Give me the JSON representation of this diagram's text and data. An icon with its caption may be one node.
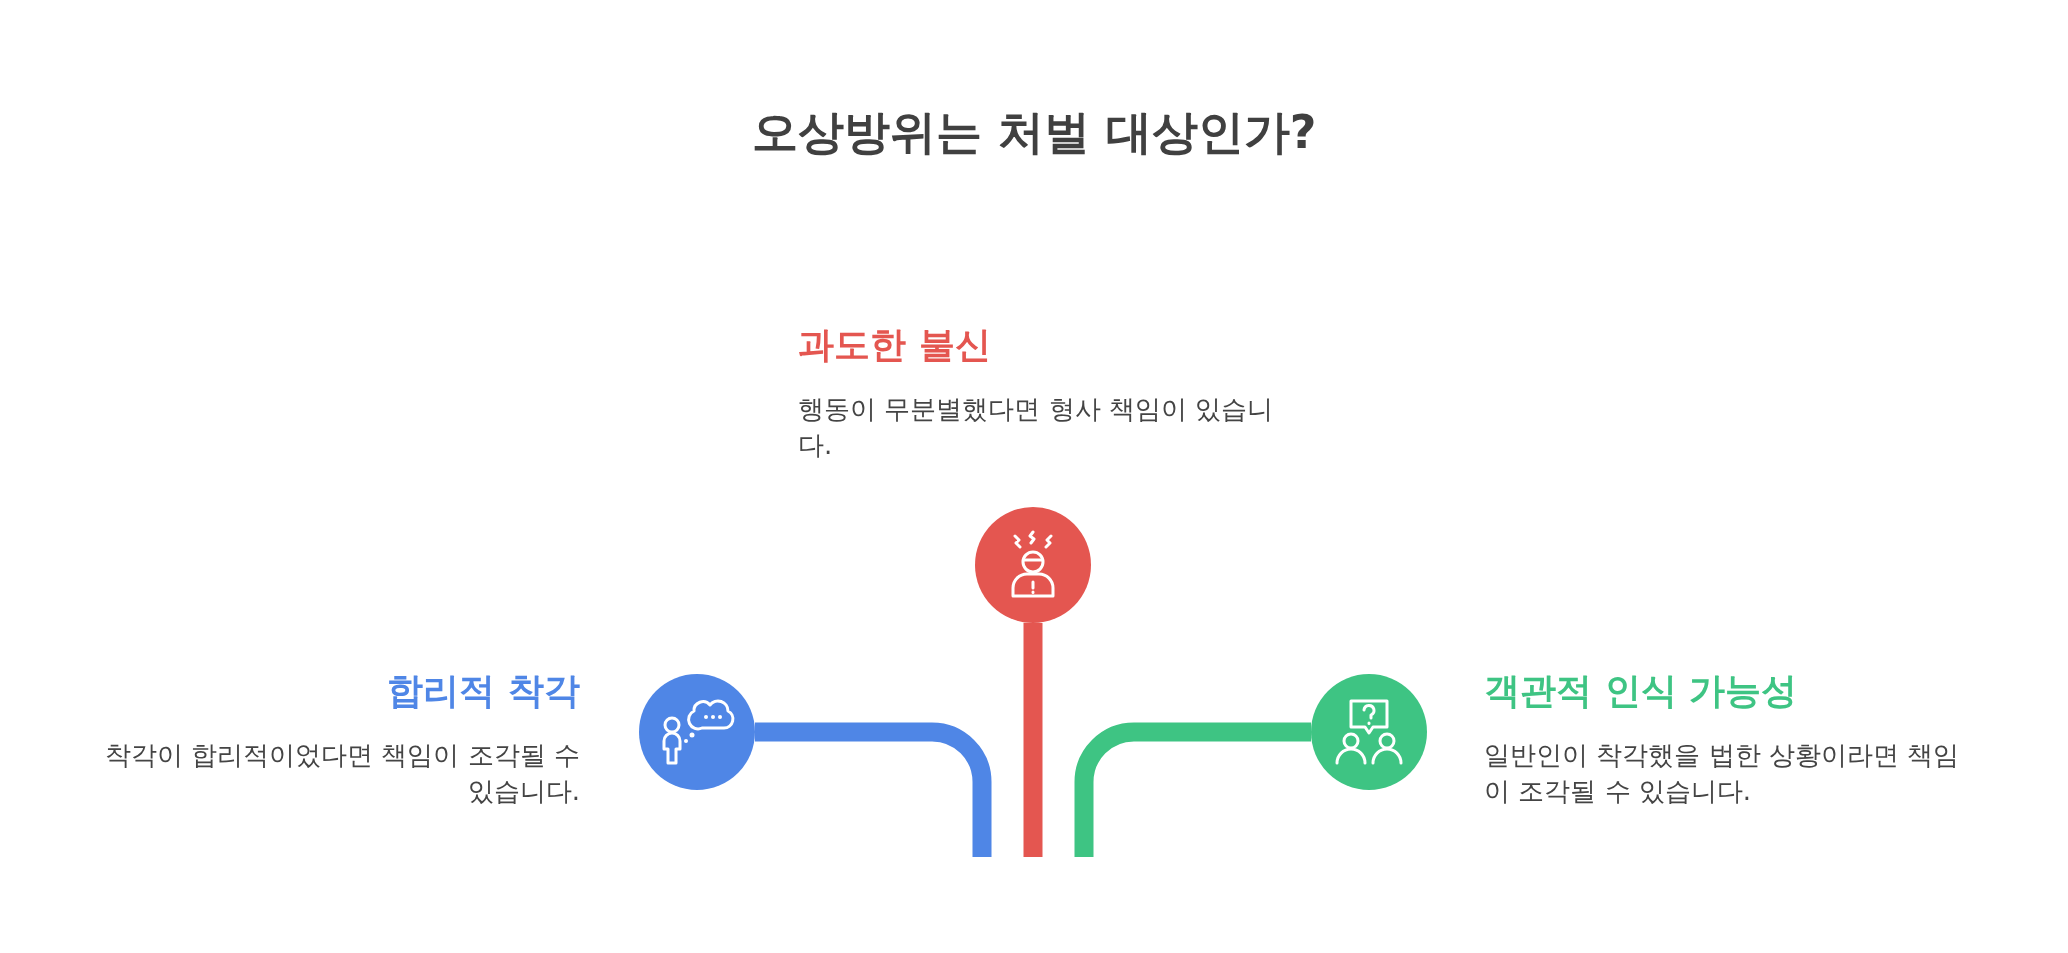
{
  "diagram": {
    "title": "오상방위는 처벌 대상인가?",
    "nodes": [
      {
        "text": [
          "과도한 불신",
          "행동이 무분별했다면 형사 책임이 있습니다."
        ]
      },
      {
        "text": [
          "합리적 착각",
          "착각이 합리적이었다면 책임이 조각될 수 있습니다."
        ]
      },
      {
        "text": [
          "객관적 인식 가능성",
          "일반인이 착각했을 법한 상황이라면 책임이 조각될 수 있습니다."
        ]
      }
    ],
    "edges": [
      {
        "from": 1,
        "to": null,
        "arrow": "none",
        "color": "#4f86e6"
      },
      {
        "from": 0,
        "to": null,
        "arrow": "none",
        "color": "#e45650"
      },
      {
        "from": 2,
        "to": null,
        "arrow": "none",
        "color": "#3ec483"
      }
    ]
  }
}
